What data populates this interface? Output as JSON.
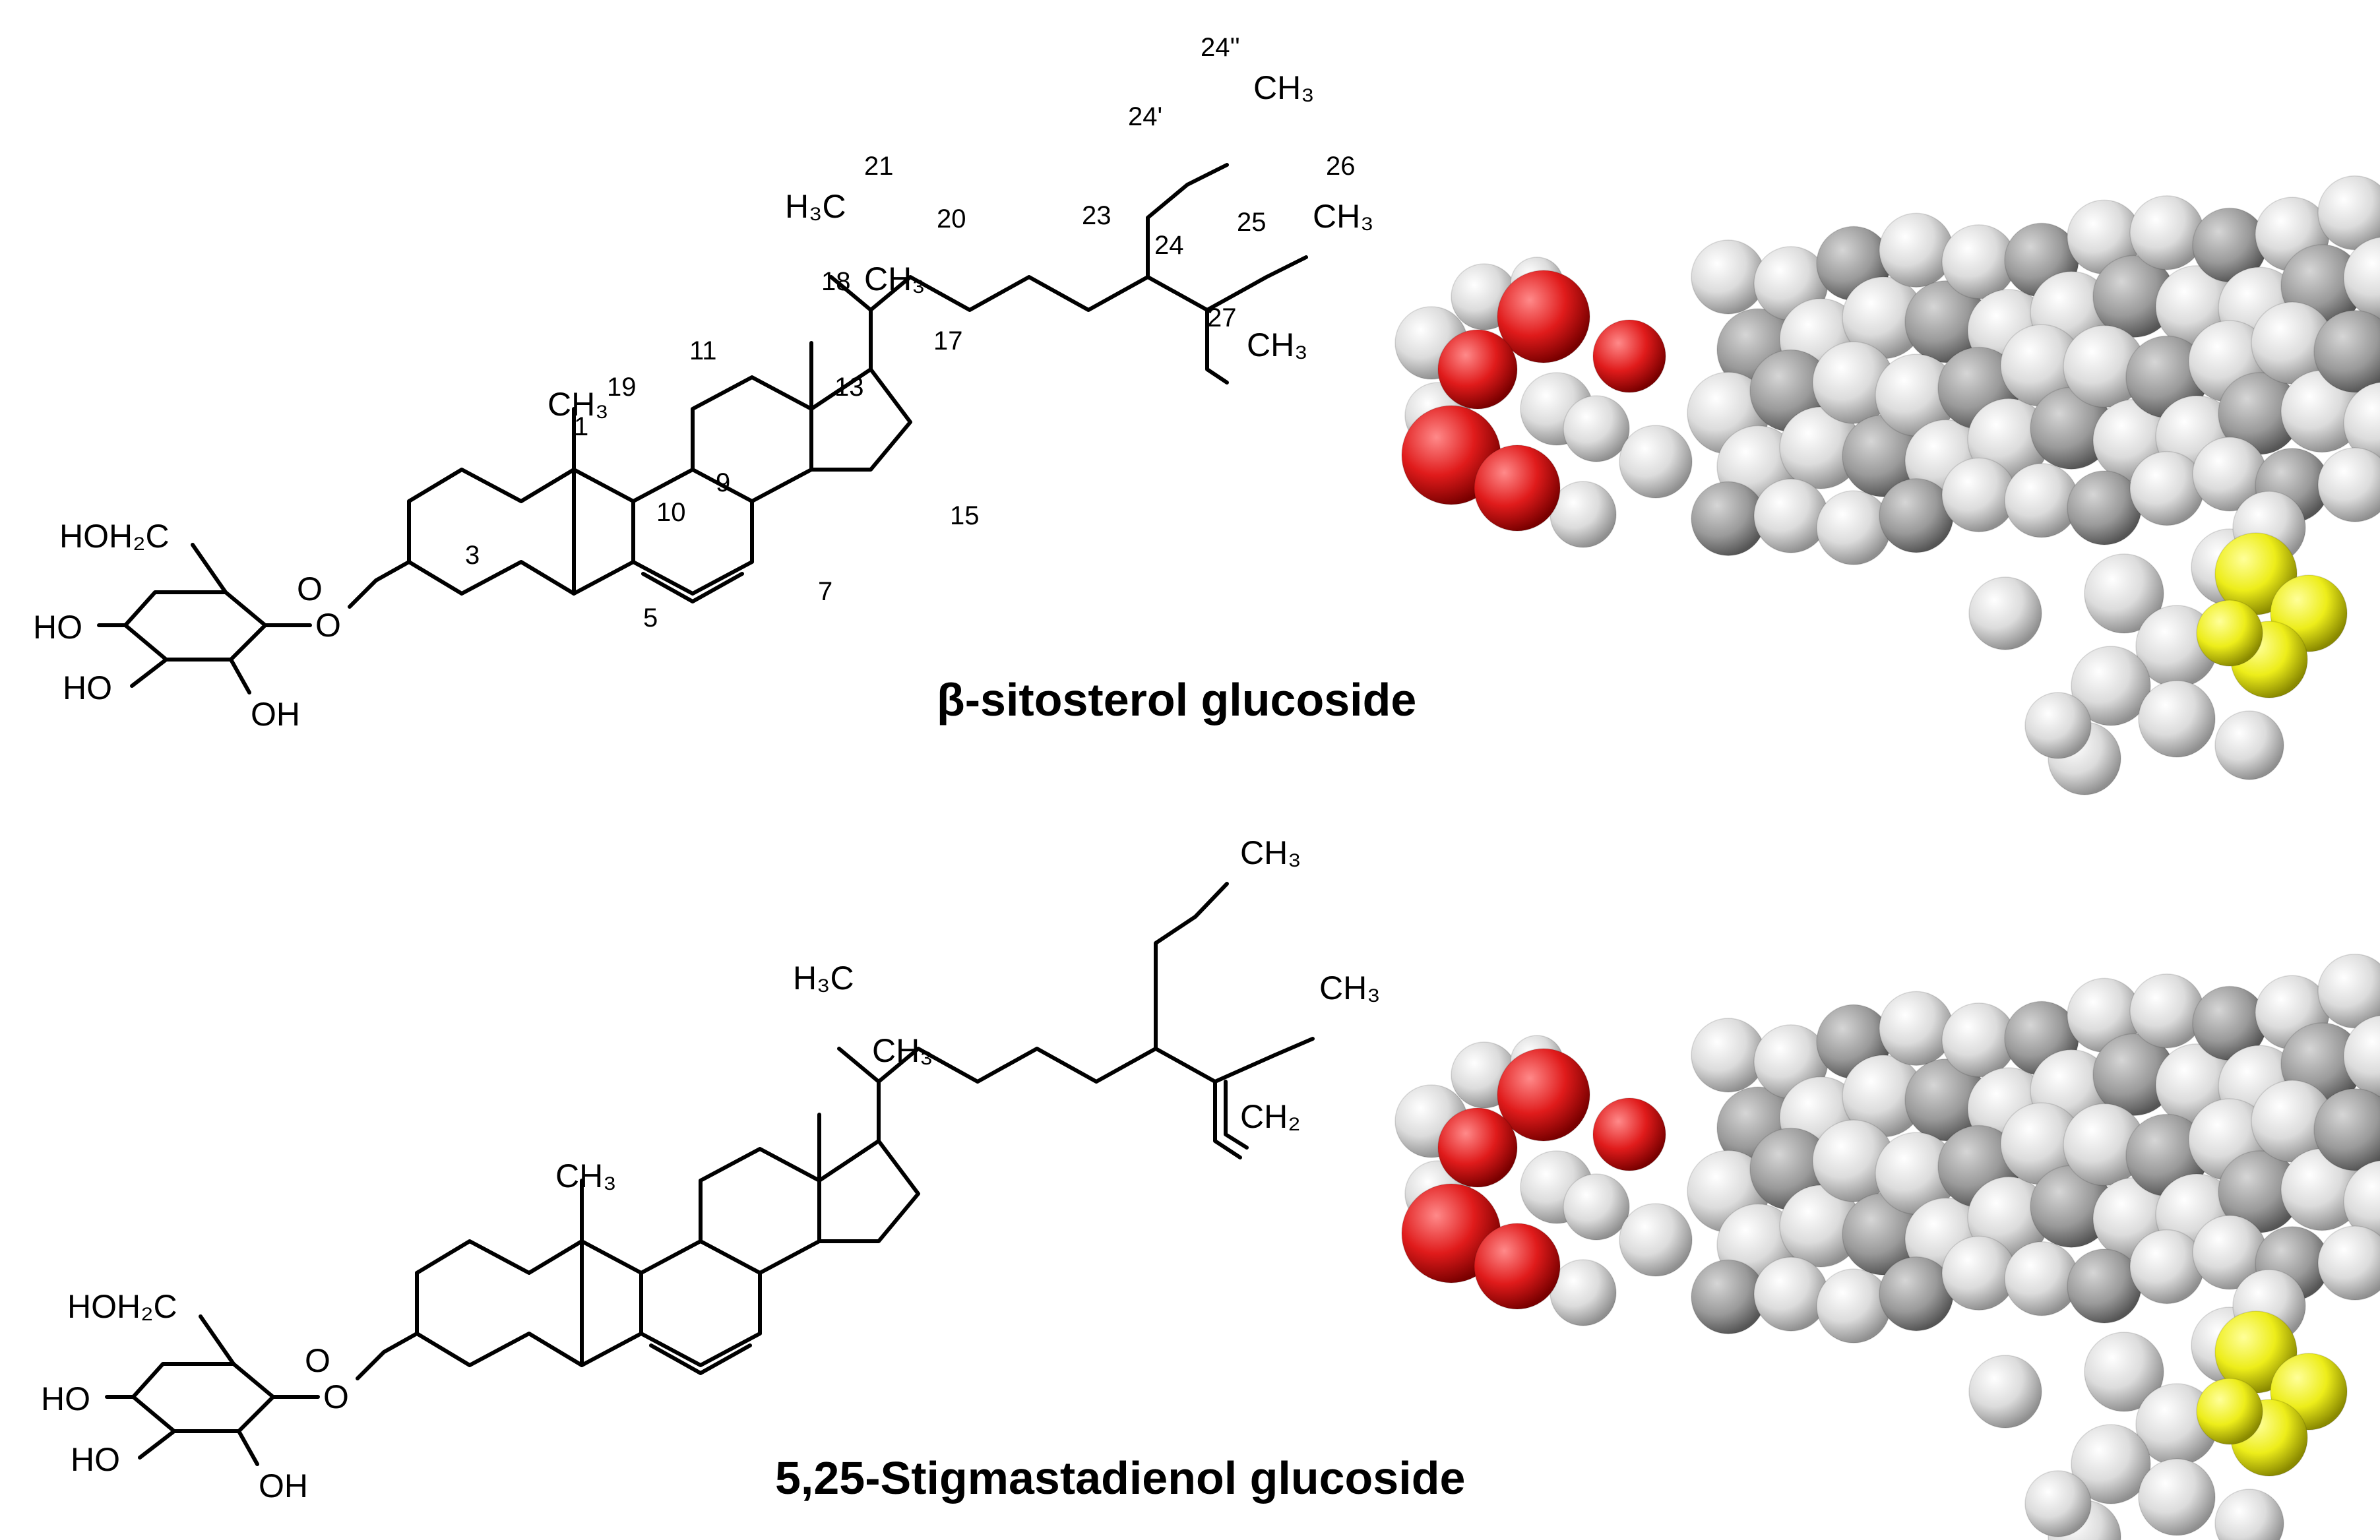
{
  "molecules": [
    {
      "name": "β-sitosterol glucoside",
      "glucose_labels": [
        "HOH₂C",
        "O",
        "HO",
        "HO",
        "OH",
        "O"
      ],
      "methyl_labels": [
        "CH₃",
        "CH₃",
        "H₃C",
        "CH₃",
        "CH₃",
        "CH₃"
      ],
      "carbon_numbers": [
        "1",
        "3",
        "5",
        "7",
        "9",
        "10",
        "11",
        "13",
        "15",
        "17",
        "18",
        "19",
        "20",
        "21",
        "23",
        "24",
        "24'",
        "24''",
        "25",
        "26",
        "27"
      ]
    },
    {
      "name": "5,25-Stigmastadienol glucoside",
      "glucose_labels": [
        "HOH₂C",
        "O",
        "HO",
        "HO",
        "OH",
        "O"
      ],
      "methyl_labels": [
        "CH₃",
        "CH₃",
        "H₃C",
        "CH₃",
        "CH₃",
        "CH₂"
      ]
    }
  ],
  "model_colors": {
    "oxygen": "#e01b1b",
    "hydrogen": "#ededed",
    "carbon": "#a8a8a8",
    "highlight": "#eded1a"
  }
}
